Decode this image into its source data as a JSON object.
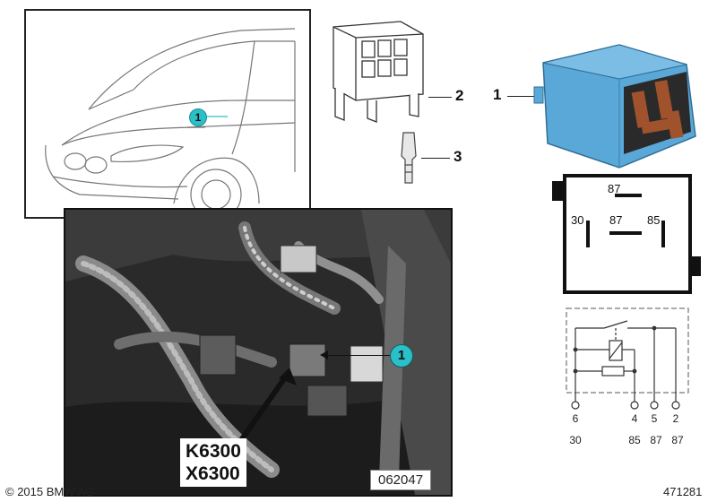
{
  "diagram": {
    "car_view": {
      "location_marker": "1"
    },
    "parts": [
      {
        "id": "connector_housing",
        "number": "2"
      },
      {
        "id": "crimp_terminal",
        "number": "3"
      },
      {
        "id": "relay",
        "number": "1"
      }
    ],
    "photo": {
      "callout": "1",
      "component_codes": [
        "K6300",
        "X6300"
      ],
      "reference_number": "062047"
    },
    "relay_pinout": {
      "labels": [
        "87",
        "30",
        "87",
        "85"
      ]
    },
    "schematic": {
      "pin_numbers": [
        "6",
        "4",
        "5",
        "2"
      ],
      "terminals": [
        "30",
        "85",
        "87",
        "87"
      ]
    },
    "colors": {
      "relay_blue": "#5aa8d8",
      "marker_teal": "#2bbfc7",
      "photo_dark": "#2a2a2a"
    }
  },
  "footer": {
    "copyright": "© 2015 BMW AG",
    "diagram_id": "471281"
  }
}
